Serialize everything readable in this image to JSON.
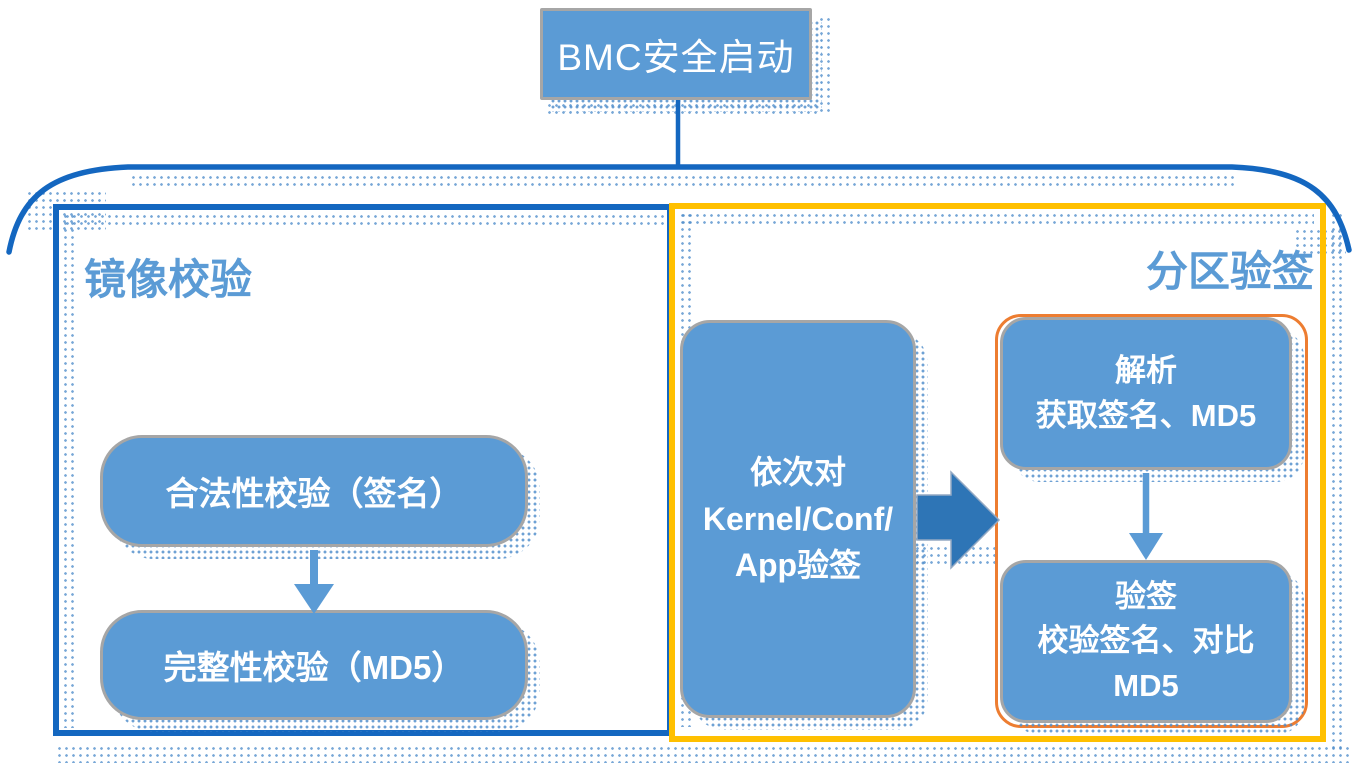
{
  "diagram": {
    "title": "BMC安全启动",
    "left_section": {
      "label": "镜像校验",
      "step1": "合法性校验（签名）",
      "step2": "完整性校验（MD5）"
    },
    "right_section": {
      "label": "分区验签",
      "source": {
        "line1": "依次对",
        "line2": "Kernel/Conf/",
        "line3": "App验签"
      },
      "parse_box": {
        "line1": "解析",
        "line2": "获取签名、MD5"
      },
      "verify_box": {
        "line1": "验签",
        "line2": "校验签名、对比",
        "line3": "MD5"
      }
    },
    "colors": {
      "node_fill": "#5B9BD5",
      "node_border": "#A6A6A6",
      "frame_blue": "#1467C0",
      "frame_yellow": "#FFC000",
      "frame_orange": "#ED7D31",
      "block_arrow": "#2E75B6",
      "text_on_node": "#FFFFFF",
      "section_label_text": "#5B9BD5"
    }
  }
}
